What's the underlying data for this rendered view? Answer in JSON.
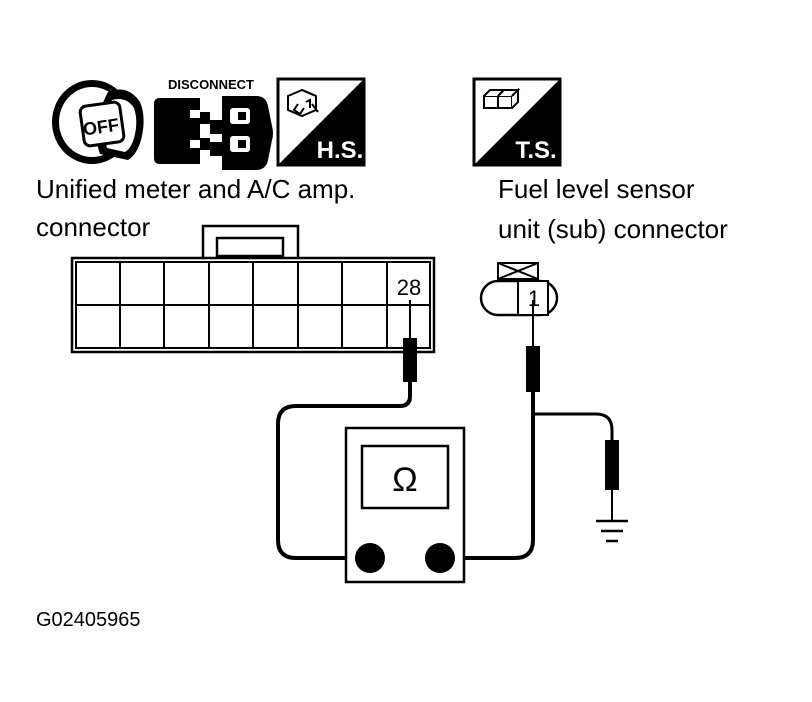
{
  "icons": {
    "ignition": {
      "name": "ignition-key-icon",
      "label": "OFF"
    },
    "disconnect": {
      "name": "disconnect-connector-icon",
      "label": "DISCONNECT"
    },
    "harness_side": {
      "name": "harness-side-icon",
      "label": "H.S."
    },
    "terminal_side": {
      "name": "terminal-side-icon",
      "label": "T.S."
    }
  },
  "connectors": {
    "left": {
      "label_line1": "Unified meter and A/C amp.",
      "label_line2": "connector",
      "terminal": "28"
    },
    "right": {
      "label_line1": "Fuel level sensor",
      "label_line2": "unit (sub) connector",
      "terminal": "1"
    }
  },
  "meter": {
    "symbol": "Ω",
    "name": "ohmmeter"
  },
  "ground": {
    "name": "ground-symbol"
  },
  "figure_id": "G02405965"
}
